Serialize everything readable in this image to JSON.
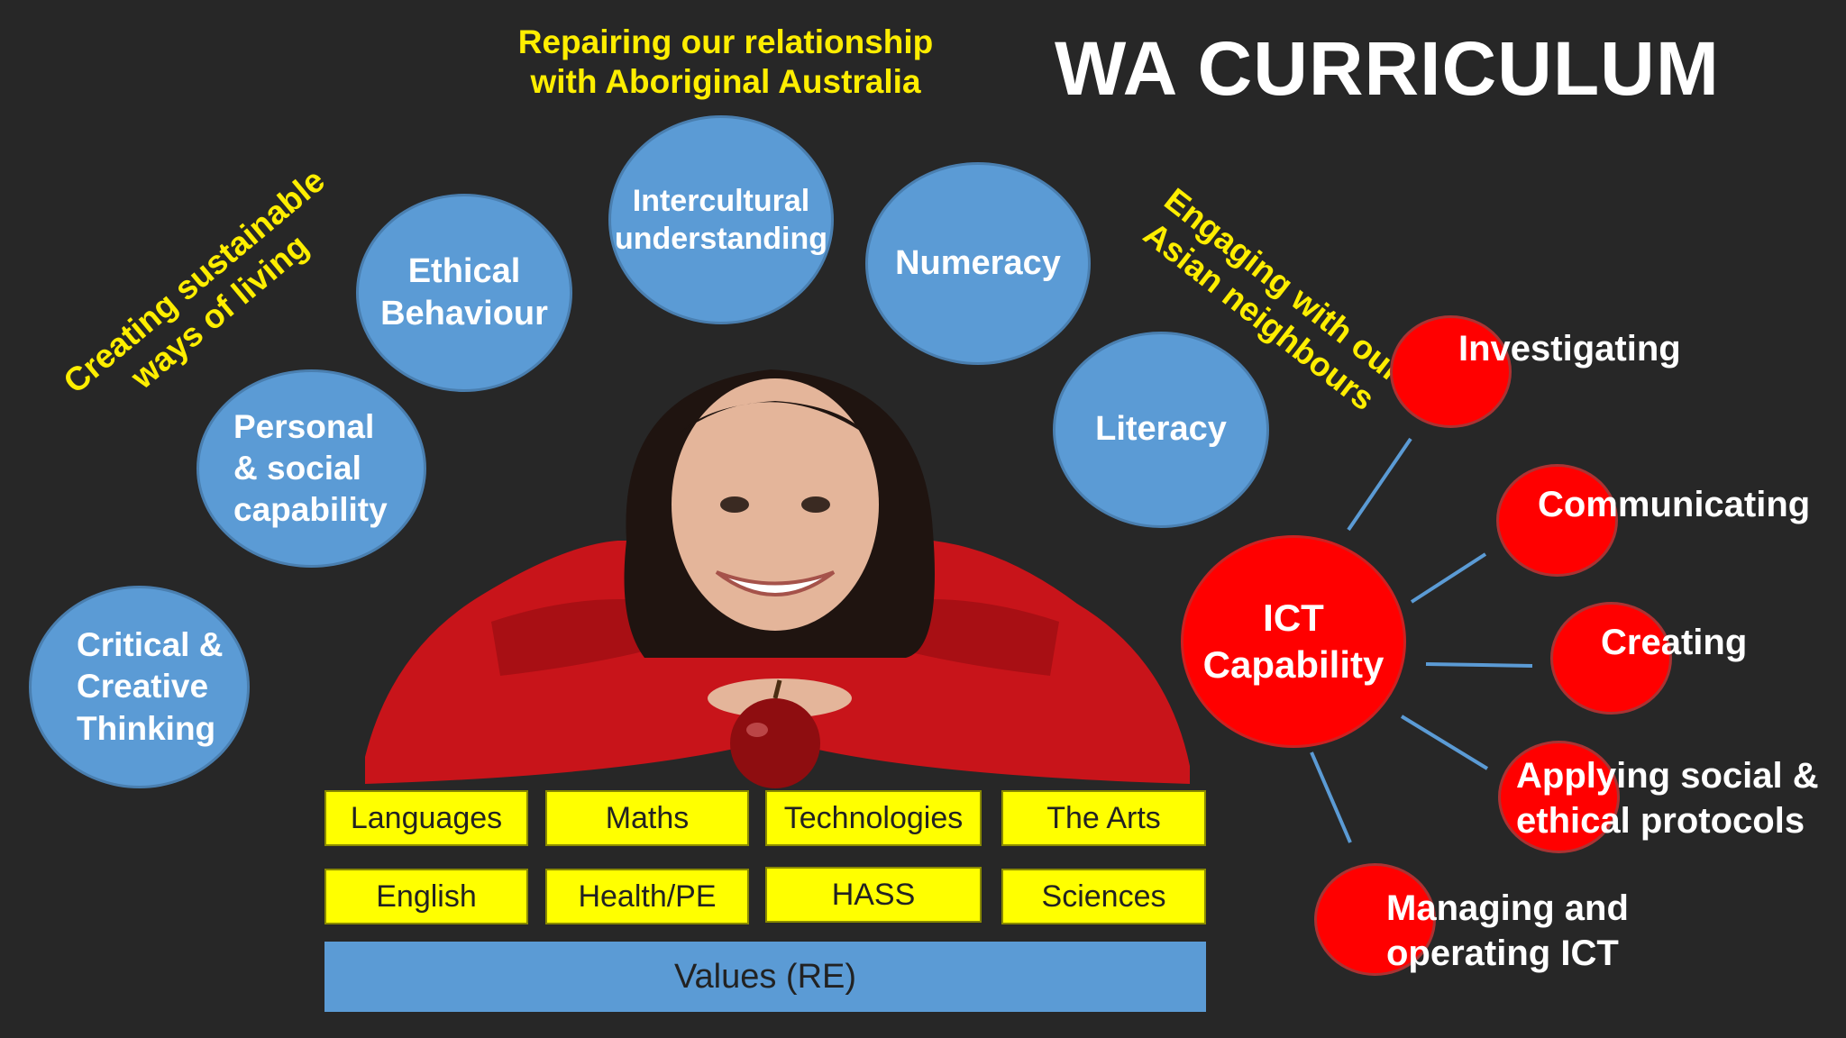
{
  "title": "WA CURRICULUM",
  "cross_curriculum": {
    "aboriginal": "Repairing our relationship\nwith Aboriginal Australia",
    "asian": "Engaging with our\nAsian neighbours",
    "sustainability": "Creating sustainable\nways of living"
  },
  "general_capabilities": [
    "Critical &\nCreative\nThinking",
    "Personal\n& social\ncapability",
    "Ethical\nBehaviour",
    "Intercultural\nunderstanding",
    "Numeracy",
    "Literacy"
  ],
  "ict": {
    "center": "ICT\nCapability",
    "branches": [
      "Investigating",
      "Communicating",
      "Creating",
      "Applying social &\nethical protocols",
      "Managing and\noperating ICT"
    ]
  },
  "subjects": [
    "Languages",
    "Maths",
    "Technologies",
    "The Arts",
    "English",
    "Health/PE",
    "HASS",
    "Sciences"
  ],
  "values": "Values (RE)",
  "colors": {
    "background": "#272727",
    "bubble": "#5b9bd5",
    "ict_red": "#ff0000",
    "subject_yellow": "#ffff00",
    "accent_text": "#ffee00"
  }
}
